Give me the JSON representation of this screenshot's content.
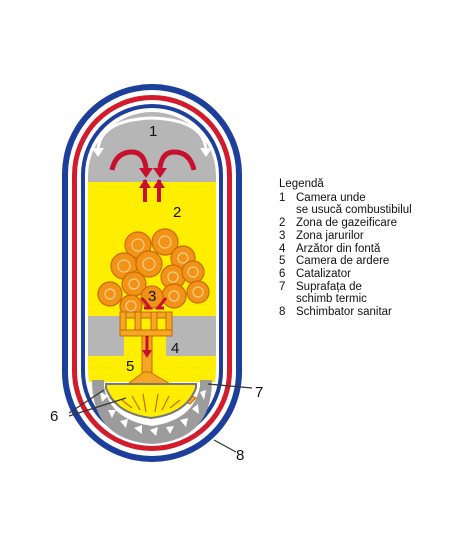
{
  "diagram": {
    "callouts": [
      "1",
      "2",
      "3",
      "4",
      "5",
      "6",
      "7",
      "8"
    ],
    "colors": {
      "outer_ring": "#1b3f9b",
      "red_ring": "#d21b2b",
      "gray": "#b6b6b6",
      "yellow": "#ffee00",
      "orange": "#f29318",
      "arrow_red": "#c8102e"
    }
  },
  "legend": {
    "title": "Legendă",
    "items": [
      {
        "num": "1",
        "lines": [
          "Camera unde",
          "se usucă combustibilul"
        ]
      },
      {
        "num": "2",
        "lines": [
          "Zona de gazeificare"
        ]
      },
      {
        "num": "3",
        "lines": [
          "Zona jarurilor"
        ]
      },
      {
        "num": "4",
        "lines": [
          "Arzător din fontă"
        ]
      },
      {
        "num": "5",
        "lines": [
          "Camera de ardere"
        ]
      },
      {
        "num": "6",
        "lines": [
          "Catalizator"
        ]
      },
      {
        "num": "7",
        "lines": [
          "Suprafața de",
          "schimb termic"
        ]
      },
      {
        "num": "8",
        "lines": [
          "Schimbator sanitar"
        ]
      }
    ]
  }
}
